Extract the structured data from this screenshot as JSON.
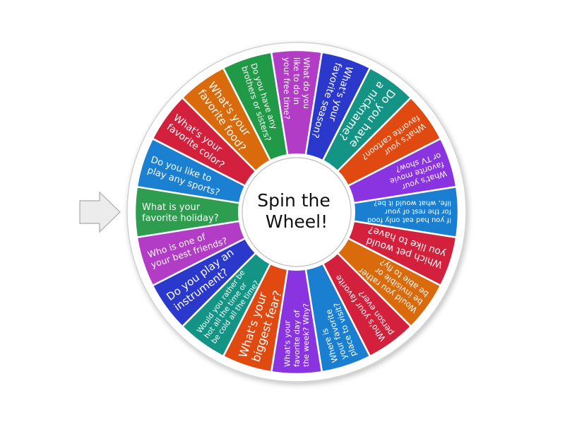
{
  "pointer": {
    "icon": "arrow-right-icon",
    "fill": "#ececec",
    "stroke": "#a9a9a9"
  },
  "wheel": {
    "center_label_lines": [
      "Spin the",
      "Wheel!"
    ],
    "rim_color": "#ffffff",
    "rim_border": "#d2d2d2",
    "segments": [
      {
        "lines": [
          "What is your",
          "favorite holiday?"
        ],
        "color": "#2e9d4f",
        "size": 13
      },
      {
        "lines": [
          "Do you like to",
          "play any sports?"
        ],
        "color": "#1b80d1",
        "size": 13
      },
      {
        "lines": [
          "What's your",
          "favorite color?"
        ],
        "color": "#d3213d",
        "size": 13.5
      },
      {
        "lines": [
          "What's your",
          "favorite food?"
        ],
        "color": "#d96b0c",
        "size": 15
      },
      {
        "lines": [
          "Do you have any",
          "brothers or sisters?"
        ],
        "color": "#219a47",
        "size": 11.5
      },
      {
        "lines": [
          "What do you",
          "like to do in",
          "your free time?"
        ],
        "color": "#b23cc6",
        "size": 11.5
      },
      {
        "lines": [
          "What's your",
          "favorite season?"
        ],
        "color": "#2a39cc",
        "size": 13.5
      },
      {
        "lines": [
          "Do you have",
          "a nickname?"
        ],
        "color": "#139484",
        "size": 15.5
      },
      {
        "lines": [
          "What's your",
          "favorite cartoon?"
        ],
        "color": "#e0490f",
        "size": 11.5
      },
      {
        "lines": [
          "What's your",
          "favorite movie",
          "or TV show?"
        ],
        "color": "#8a33e0",
        "size": 11
      },
      {
        "lines": [
          "If you had eat only food",
          "for the rest of your",
          "life, what would it be?"
        ],
        "color": "#1a7fd0",
        "size": 10
      },
      {
        "lines": [
          "Which pet would",
          "you like to have?"
        ],
        "color": "#d3213d",
        "size": 13.5
      },
      {
        "lines": [
          "Would you rather",
          "be invisible or",
          "be able to fly?"
        ],
        "color": "#d96b0c",
        "size": 11.5
      },
      {
        "lines": [
          "Who's your favorite",
          "person ever?"
        ],
        "color": "#d3213d",
        "size": 11.5
      },
      {
        "lines": [
          "Where is",
          "your favorite",
          "place to visit?"
        ],
        "color": "#1a7fd0",
        "size": 11.5
      },
      {
        "lines": [
          "What's your",
          "favorite day of",
          "the week? Why?"
        ],
        "color": "#8a33e0",
        "size": 11
      },
      {
        "lines": [
          "What's your",
          "biggest fear?"
        ],
        "color": "#e0490f",
        "size": 16
      },
      {
        "lines": [
          "Would you rather be",
          "hot all the time or",
          "be cold all the time?"
        ],
        "color": "#139484",
        "size": 10.5
      },
      {
        "lines": [
          "Do you play an",
          "instrument?"
        ],
        "color": "#2a39cc",
        "size": 15
      },
      {
        "lines": [
          "Who is one of",
          "your best friends?"
        ],
        "color": "#b23cc6",
        "size": 12.5
      }
    ]
  }
}
